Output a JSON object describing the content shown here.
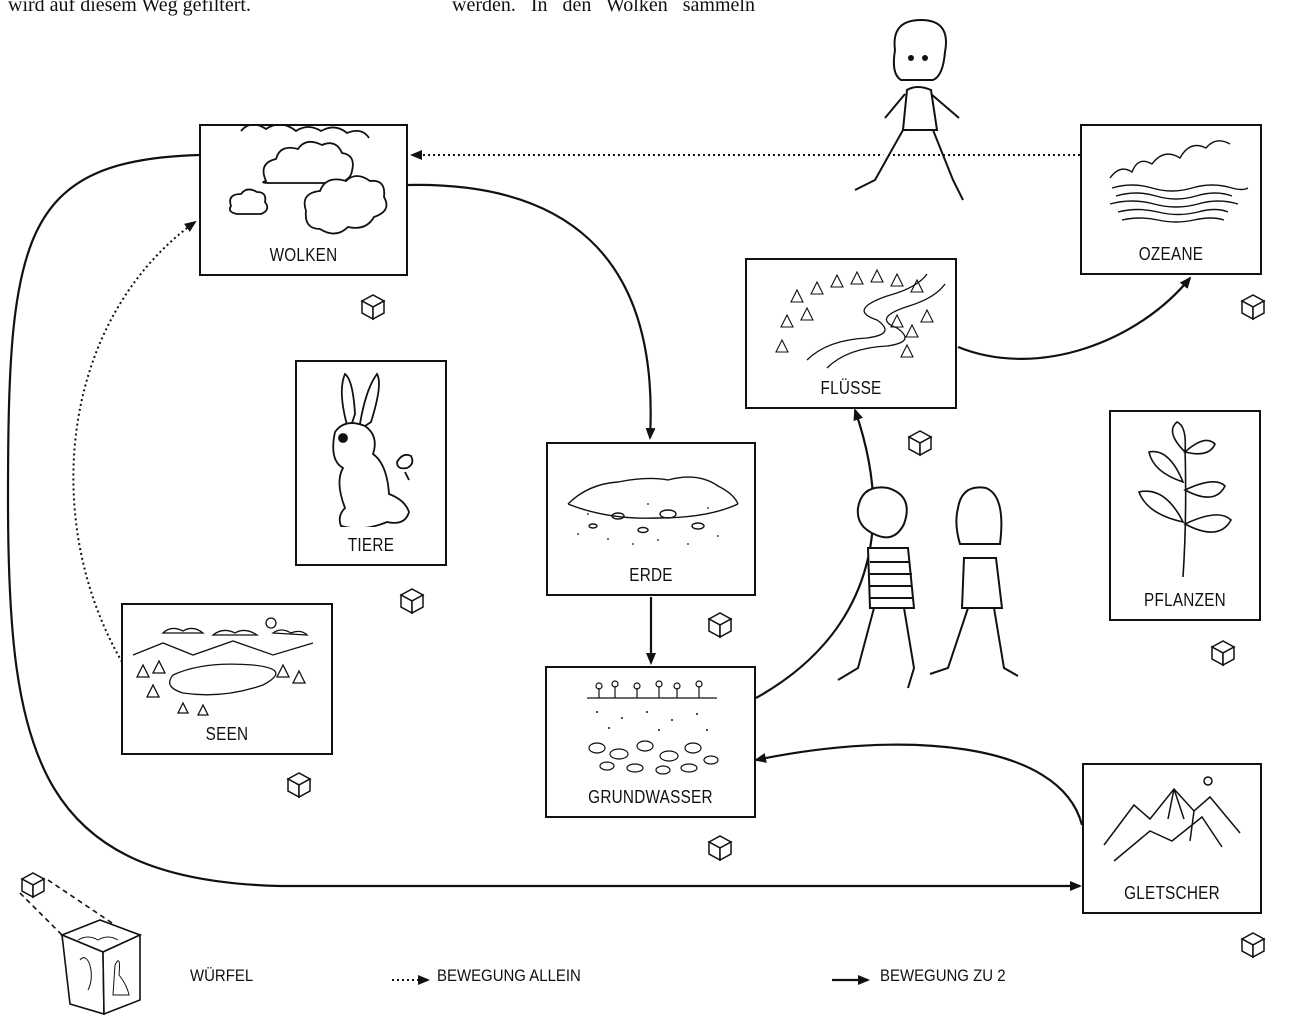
{
  "header_text": {
    "left": "wird auf diesem Weg gefiltert.",
    "middle": "werden.   In   den   Wolken   sammeln"
  },
  "nodes": {
    "wolken": "WOLKEN",
    "ozeane": "OZEANE",
    "fluesse": "FLÜSSE",
    "tiere": "TIERE",
    "erde": "ERDE",
    "pflanzen": "PFLANZEN",
    "seen": "SEEN",
    "grundwasser": "GRUNDWASSER",
    "gletscher": "GLETSCHER"
  },
  "legend": {
    "wuerfel": "WÜRFEL",
    "allein": "BEWEGUNG ALLEIN",
    "zu2": "BEWEGUNG ZU 2"
  },
  "colors": {
    "ink": "#111111",
    "background": "#ffffff"
  }
}
